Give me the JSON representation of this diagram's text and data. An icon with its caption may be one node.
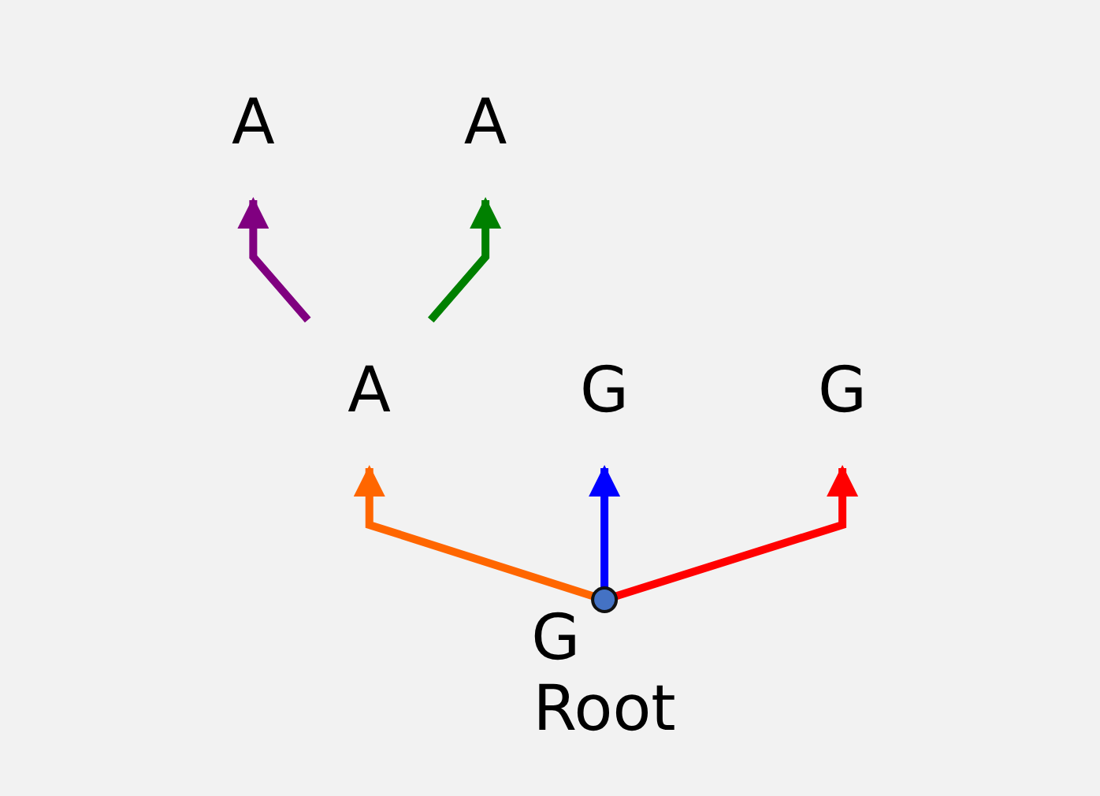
{
  "diagram": {
    "nodes": [
      {
        "text": [],
        "shape": "circle",
        "beside": [
          "G",
          "Root"
        ]
      },
      {
        "text": [
          "A"
        ]
      },
      {
        "text": [
          "A"
        ]
      },
      {
        "text": [
          "A"
        ]
      },
      {
        "text": [
          "G"
        ]
      },
      {
        "text": [
          "G"
        ]
      }
    ],
    "edges": [
      {
        "from": 0,
        "to": 1,
        "arrow": "to",
        "color": "#ff6600"
      },
      {
        "from": 1,
        "to": 2,
        "arrow": "to",
        "color": "#800080"
      },
      {
        "from": 1,
        "to": 3,
        "arrow": "to",
        "color": "#008000"
      },
      {
        "from": 0,
        "to": 4,
        "arrow": "to",
        "color": "#0000ff"
      },
      {
        "from": 0,
        "to": 5,
        "arrow": "to",
        "color": "#ff0000"
      }
    ]
  }
}
